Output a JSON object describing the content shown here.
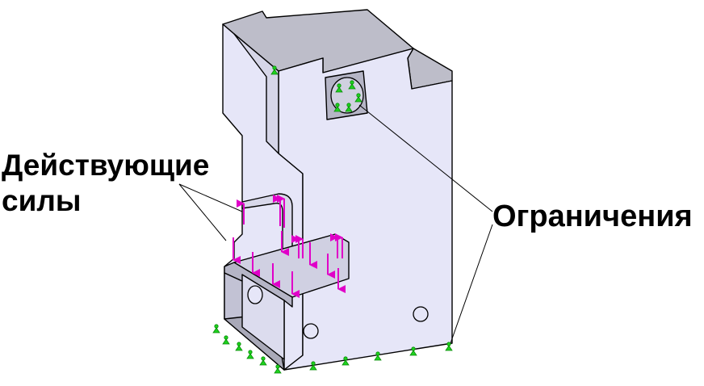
{
  "labels": {
    "forces_line1": "Действующие",
    "forces_line2": "силы",
    "constraints": "Ограничения"
  },
  "colors": {
    "background": "#ffffff",
    "body_face": "#e6e6f8",
    "body_top": "#bdbdc9",
    "body_shadow": "#a9a9b8",
    "edge": "#000000",
    "force_arrow": "#e000c8",
    "constraint_marker": "#1ed21e",
    "leader_line": "#000000"
  },
  "icons": {
    "force": "arrow-icon",
    "constraint": "fixture-icon"
  }
}
